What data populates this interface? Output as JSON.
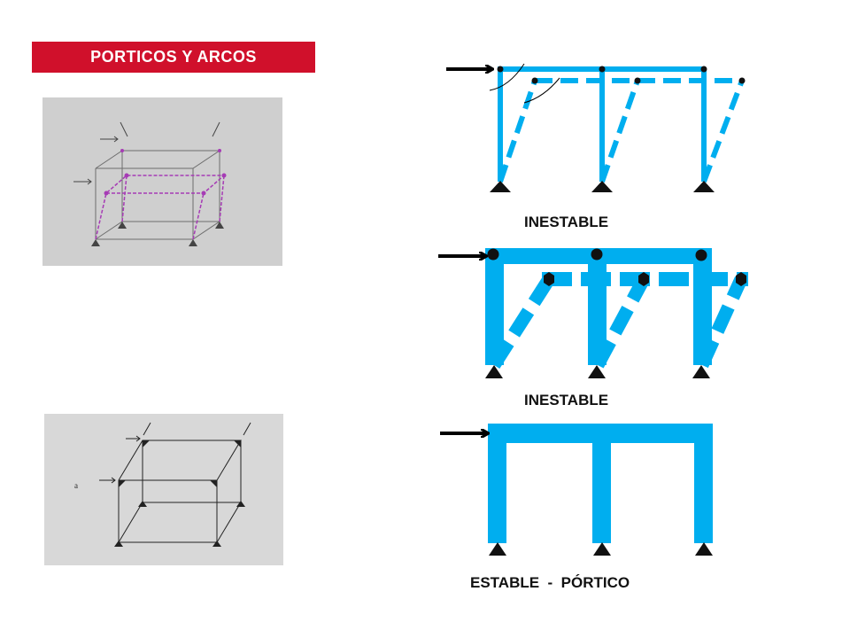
{
  "title": "PORTICOS Y ARCOS",
  "colors": {
    "banner": "#d0102b",
    "frame": "#00aeef",
    "photo_bg": "#d4d4d4",
    "sketch_purple": "#a63bb5"
  },
  "captions": {
    "frame1": "INESTABLE",
    "frame2": "INESTABLE",
    "frame3": "ESTABLE  -  PÓRTICO"
  },
  "photo_top": {
    "description_icon": "deformed-box-sketch"
  },
  "photo_bottom": {
    "label": "a"
  }
}
